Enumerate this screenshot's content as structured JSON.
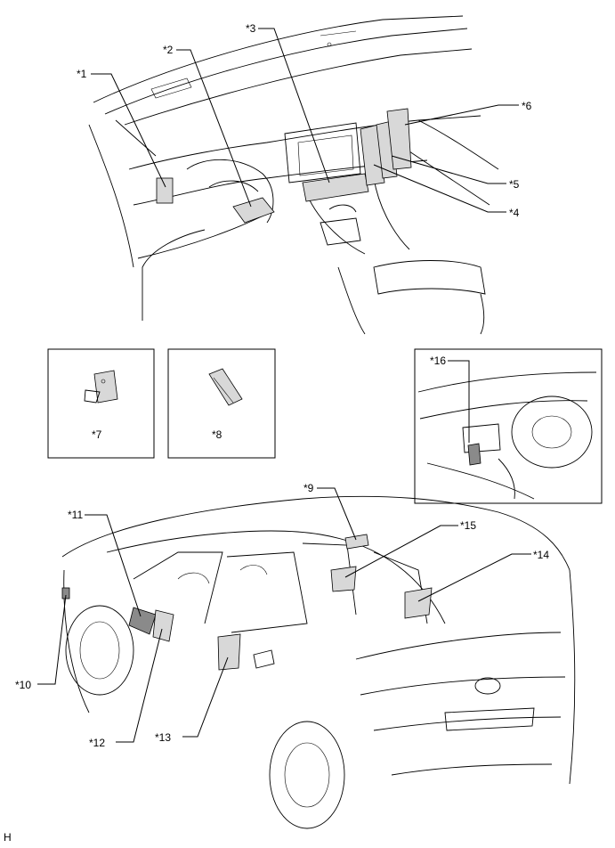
{
  "callouts": {
    "c1": "*1",
    "c2": "*2",
    "c3": "*3",
    "c4": "*4",
    "c5": "*5",
    "c6": "*6",
    "c7": "*7",
    "c8": "*8",
    "c9": "*9",
    "c10": "*10",
    "c11": "*11",
    "c12": "*12",
    "c13": "*13",
    "c14": "*14",
    "c15": "*15",
    "c16": "*16"
  },
  "footer": {
    "code": "H"
  }
}
